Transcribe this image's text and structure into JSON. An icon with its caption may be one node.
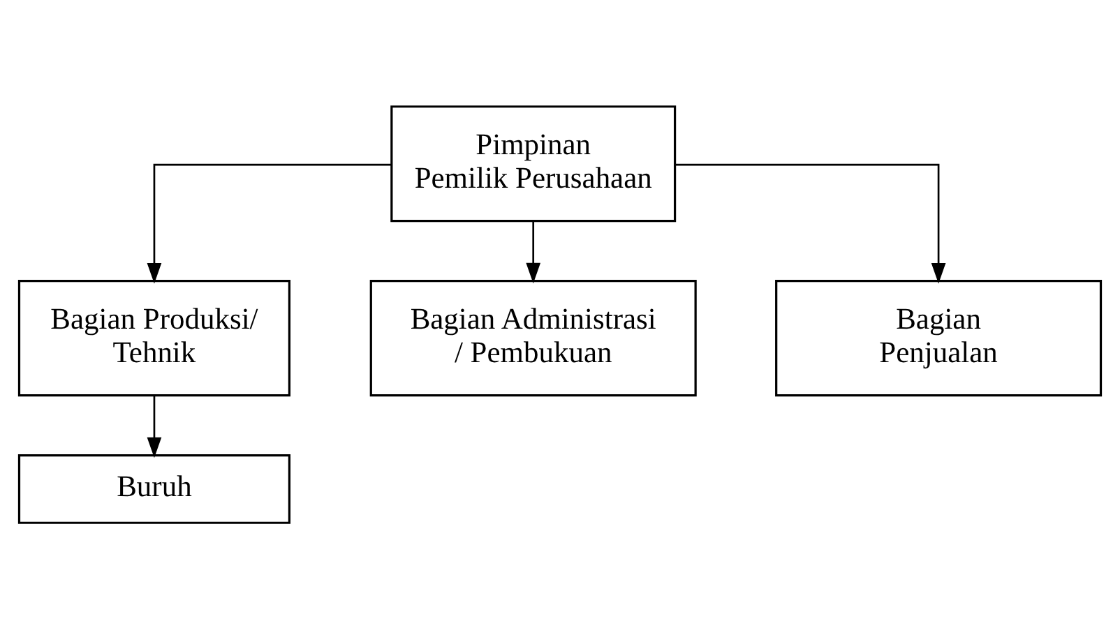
{
  "diagram": {
    "nodes": [
      {
        "text": [
          "Pimpinan",
          "Pemilik Perusahaan"
        ]
      },
      {
        "text": [
          "Bagian Produksi/ Tehnik"
        ]
      },
      {
        "text": [
          "Bagian Administrasi / Pembukuan"
        ]
      },
      {
        "text": [
          "Bagian Penjualan"
        ]
      },
      {
        "text": [
          "Buruh"
        ]
      }
    ],
    "edges": [
      {
        "from": 0,
        "to": 1,
        "arrow": "to"
      },
      {
        "from": 0,
        "to": 2,
        "arrow": "to"
      },
      {
        "from": 0,
        "to": 3,
        "arrow": "to"
      },
      {
        "from": 1,
        "to": 4,
        "arrow": "to"
      }
    ]
  }
}
